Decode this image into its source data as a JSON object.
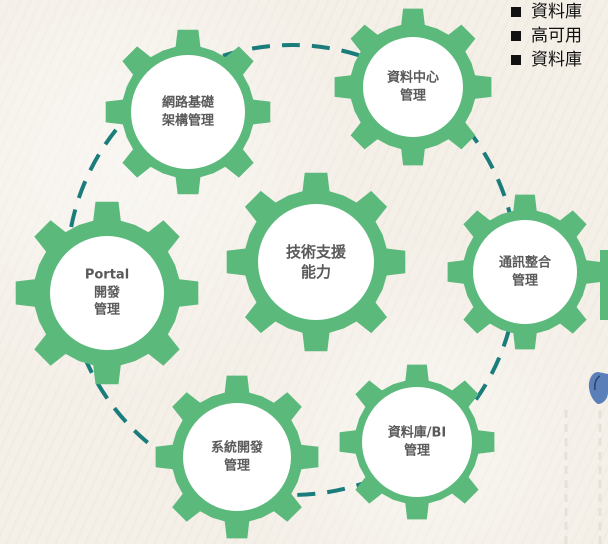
{
  "bullets": [
    "資料庫",
    "高可用",
    "資料庫"
  ],
  "gears": [
    {
      "id": "network",
      "lines": [
        "網路基礎",
        "架構管理"
      ]
    },
    {
      "id": "datacenter",
      "lines": [
        "資料中心",
        "管理"
      ]
    },
    {
      "id": "tech",
      "lines": [
        "技術支援",
        "能力"
      ]
    },
    {
      "id": "comm",
      "lines": [
        "通訊整合",
        "管理"
      ]
    },
    {
      "id": "portal",
      "lines": [
        "Portal",
        "開發",
        "管理"
      ]
    },
    {
      "id": "sysdev",
      "lines": [
        "系統開發",
        "管理"
      ]
    },
    {
      "id": "dbbi",
      "lines": [
        "資料庫/BI",
        "管理"
      ]
    }
  ],
  "colors": {
    "gear": "#5cb97c",
    "hub": "#ffffff",
    "ring": "#1a7d7b",
    "text": "#5a5a5a"
  },
  "icons": {
    "partial_figure": "person-head-icon"
  }
}
